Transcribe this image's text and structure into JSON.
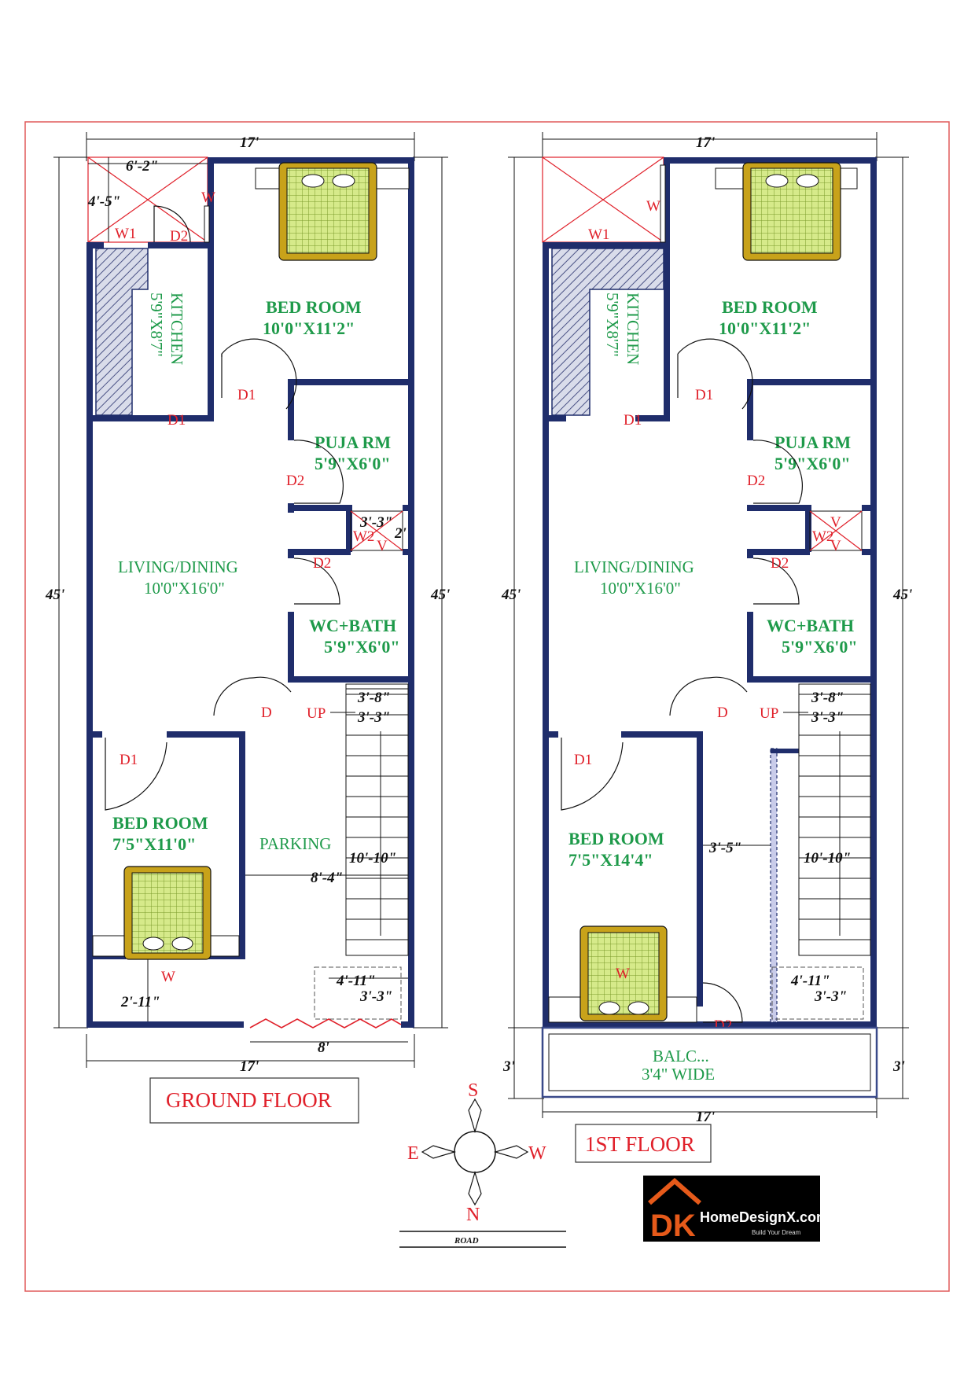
{
  "ground_floor": {
    "title": "GROUND FLOOR",
    "width_dim": "17'",
    "depth_dim": "45'",
    "rooms": {
      "bedroom_front": {
        "name": "BED ROOM",
        "size": "10'0\"X11'2\""
      },
      "kitchen": {
        "name": "KITCHEN",
        "size": "5'9\"X8'7\""
      },
      "puja": {
        "name": "PUJA RM",
        "size": "5'9\"X6'0\""
      },
      "living": {
        "name": "LIVING/DINING",
        "size": "10'0\"X16'0\""
      },
      "wc": {
        "name": "WC+BATH",
        "size": "5'9\"X6'0\""
      },
      "bedroom_rear": {
        "name": "BED ROOM",
        "size": "7'5\"X11'0\""
      },
      "parking": {
        "name": "PARKING"
      }
    },
    "dims": [
      "6'-2\"",
      "4'-5\"",
      "3'-3\"",
      "2'",
      "3'-8\"",
      "3'-3\"",
      "10'-10\"",
      "8'-4\"",
      "4'-11\"",
      "3'-3\"",
      "2'-11\"",
      "8'"
    ],
    "tags": [
      "W",
      "W1",
      "D2",
      "D1",
      "D1",
      "D2",
      "D2",
      "W2",
      "V",
      "D",
      "UP",
      "D1",
      "W"
    ]
  },
  "first_floor": {
    "title": "1ST FLOOR",
    "width_dim": "17'",
    "depth_dim": "45'",
    "balcony_dim": "3'",
    "rooms": {
      "bedroom_front": {
        "name": "BED ROOM",
        "size": "10'0\"X11'2\""
      },
      "kitchen": {
        "name": "KITCHEN",
        "size": "5'9\"X8'7\""
      },
      "puja": {
        "name": "PUJA RM",
        "size": "5'9\"X6'0\""
      },
      "living": {
        "name": "LIVING/DINING",
        "size": "10'0\"X16'0\""
      },
      "wc": {
        "name": "WC+BATH",
        "size": "5'9\"X6'0\""
      },
      "bedroom_rear": {
        "name": "BED ROOM",
        "size": "7'5\"X14'4\""
      },
      "balcony": {
        "name": "BALC...",
        "size": "3'4\" WIDE"
      }
    },
    "dims": [
      "3'-8\"",
      "3'-3\"",
      "3'-5\"",
      "10'-10\"",
      "4'-11\"",
      "3'-3\""
    ],
    "tags": [
      "W",
      "W1",
      "D1",
      "D1",
      "D2",
      "D2",
      "W2",
      "V",
      "V",
      "D",
      "UP",
      "D1",
      "W",
      "D2"
    ]
  },
  "compass": {
    "north": "N",
    "south": "S",
    "east": "E",
    "west": "W"
  },
  "road_label": "ROAD",
  "logo": {
    "mark": "DK",
    "site": "HomeDesignX.com",
    "tagline": "Build Your Dream"
  },
  "colors": {
    "wall": "#1f2d6b",
    "room_label": "#1e9a4a",
    "tag": "#e0202a",
    "bed": "#c8a21a",
    "border": "#e05a5a"
  }
}
